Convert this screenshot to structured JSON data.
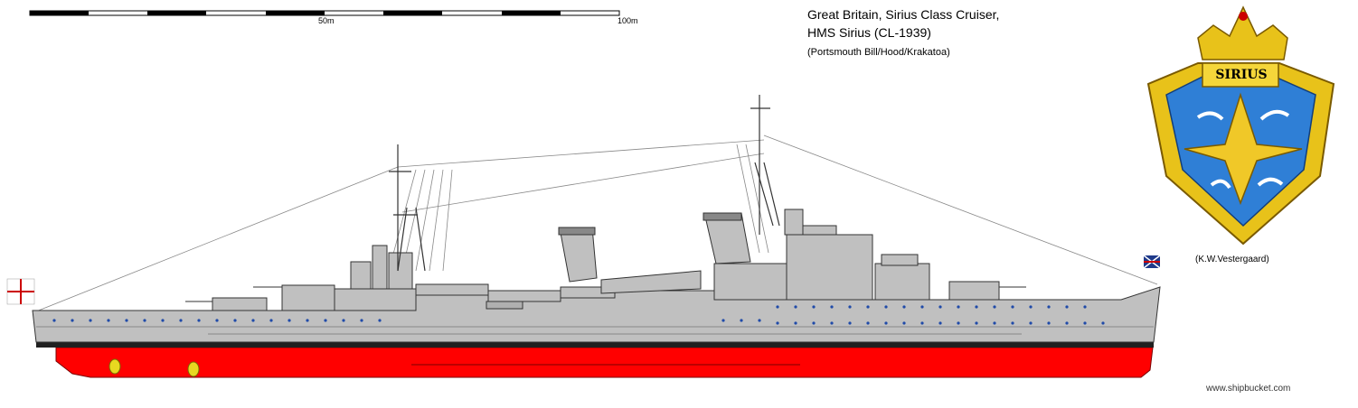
{
  "scale_bar": {
    "mid_label": "50m",
    "end_label": "100m"
  },
  "title": {
    "line1": "Great Britain, Sirius Class Cruiser,",
    "line2": "HMS Sirius (CL-1939)"
  },
  "credit": "(Portsmouth Bill/Hood/Krakatoa)",
  "badge": {
    "name": "SIRIUS",
    "artist": "(K.W.Vestergaard)"
  },
  "site": "www.shipbucket.com",
  "colors": {
    "hull_grey": "#c0c0c0",
    "antifouling_red": "#ff0000",
    "boot_top": "#202020",
    "badge_blue": "#2f7fd6",
    "badge_gold": "#e8c21a"
  }
}
